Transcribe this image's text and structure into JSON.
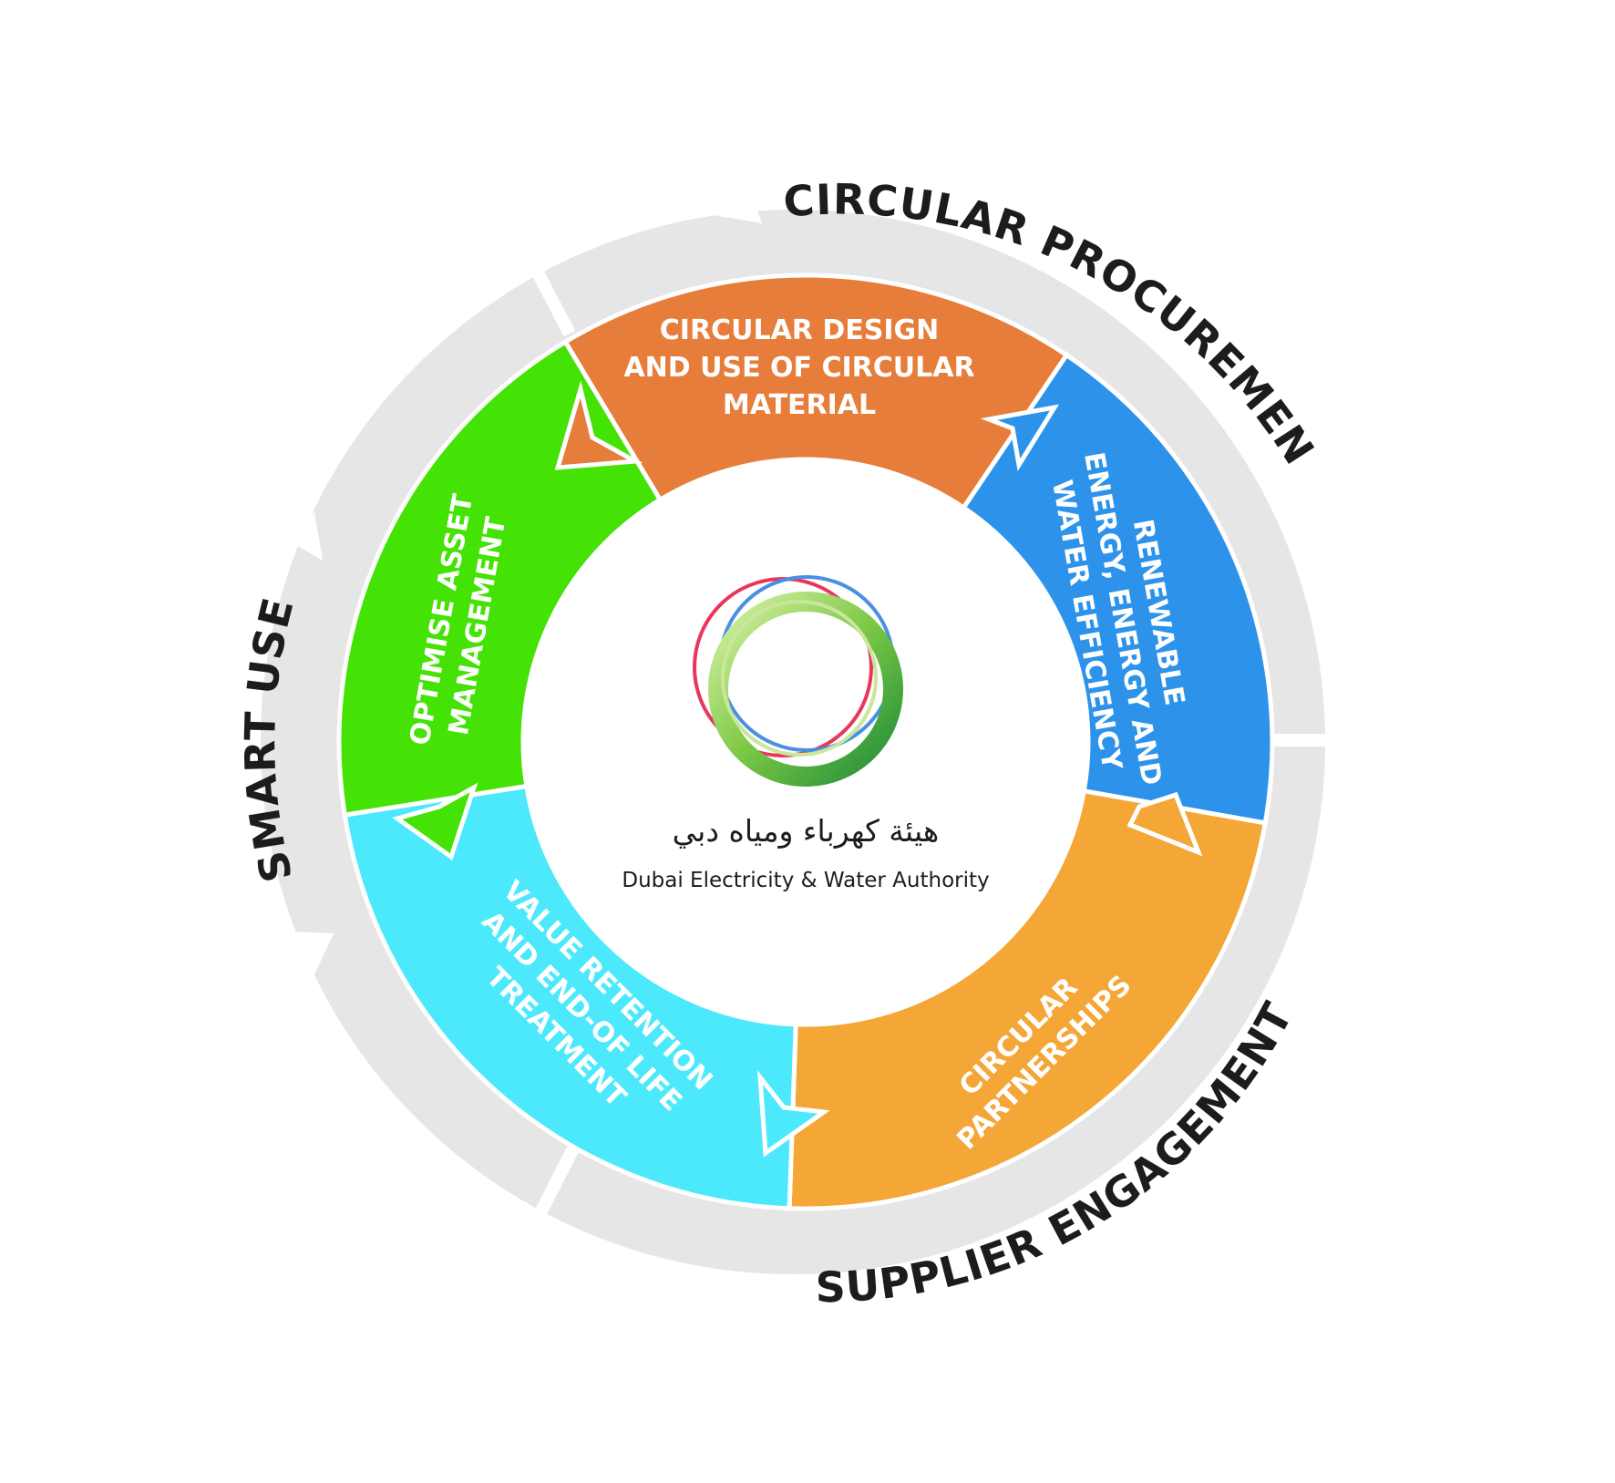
{
  "outer_ring": {
    "color": "#e6e6e6",
    "labels": [
      "CIRCULAR PROCUREMENT",
      "SUPPLIER ENGAGEMENT",
      "SMART USER"
    ]
  },
  "inner_segments": [
    {
      "lines": [
        "CIRCULAR DESIGN",
        "AND USE OF CIRCULAR",
        "MATERIAL"
      ],
      "color": "#e77d3b"
    },
    {
      "lines": [
        "RENEWABLE",
        "ENERGY, ENERGY AND",
        "WATER EFFICIENCY"
      ],
      "color": "#2d93ea"
    },
    {
      "lines": [
        "CIRCULAR",
        "PARTNERSHIPS"
      ],
      "color": "#f4a636"
    },
    {
      "lines": [
        "VALUE RETENTION",
        "AND END-OF LIFE",
        "TREATMENT"
      ],
      "color": "#4ce8fc"
    },
    {
      "lines": [
        "OPTIMISE ASSET",
        "MANAGEMENT"
      ],
      "color": "#44e205"
    }
  ],
  "logo": {
    "name_ar": "هيئة كهرباء ومياه دبي",
    "name_en": "Dubai Electricity & Water Authority",
    "ring_colors": [
      "#e8375a",
      "#4a90e2",
      "#3fb63a"
    ]
  }
}
